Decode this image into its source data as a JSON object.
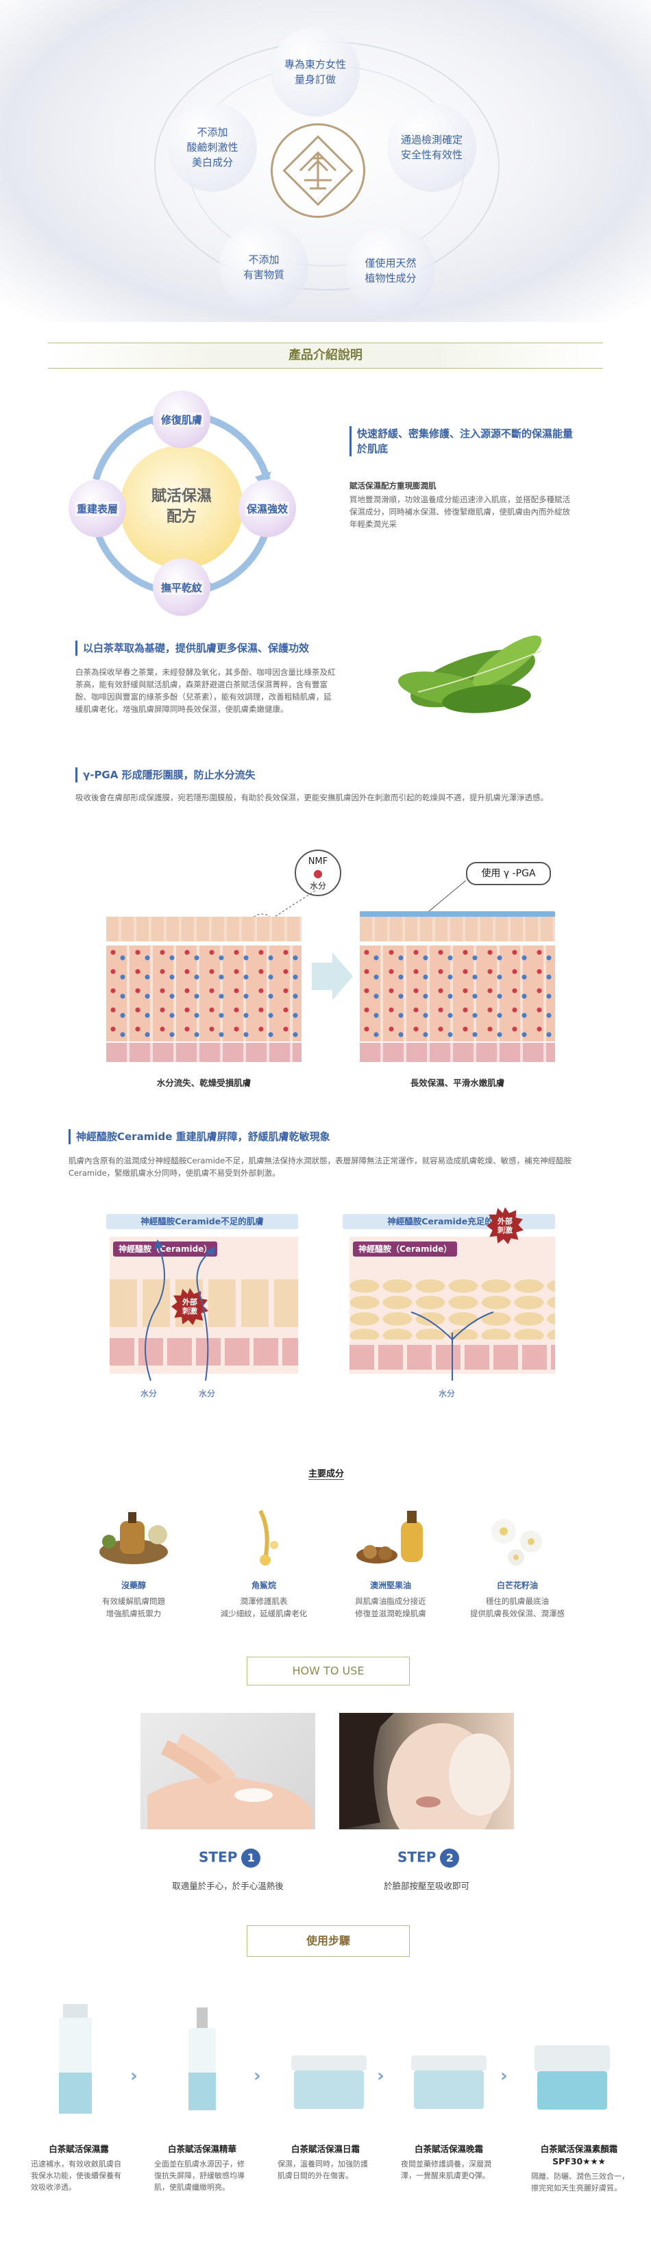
{
  "hero": {
    "bubbles": [
      {
        "text": "專為東方女性\n量身訂做"
      },
      {
        "text": "不添加\n酸鹼刺激性\n美白成分"
      },
      {
        "text": "通過檢測確定\n安全性有效性"
      },
      {
        "text": "不添加\n有害物質"
      },
      {
        "text": "僅使用天然\n植物性成分"
      }
    ]
  },
  "section_title": "產品介紹說明",
  "cycle": {
    "center": "賦活保濕\n配方",
    "nodes": [
      "修復肌膚",
      "保濕強效",
      "撫平乾紋",
      "重建表層"
    ]
  },
  "intro": {
    "heading": "快速舒緩、密集修護、注入源源不斷的保濕能量於肌底",
    "subheading": "賦活保濕配方重現膨潤肌",
    "body": "質地豐潤滑順，功效溫養成分能迅速滲入肌底，並搭配多種賦活保濕成分，同時補水保濕、修復緊緻肌膚，使肌膚由內而外綻放年輕柔潤光采"
  },
  "tea": {
    "heading": "以白茶萃取為基礎，提供肌膚更多保濕、保護功效",
    "body": "白茶為採收早春之茶葉，未經發酵及氧化，其多酚、咖啡因含量比綠茶及紅茶高，能有效舒緩與賦活肌膚，森萊舒避選白茶賦活保濕菁粹，含有豐富酚、咖啡因與豐富的綠茶多酚（兒茶素），能有效調理，改善粗糙肌膚，延緩肌膚老化，增強肌膚屏障同時長效保濕，使肌膚柔嫩健康。"
  },
  "pga": {
    "heading": "γ-PGA 形成隱形圍膜，防止水分流失",
    "body": "吸收後會在膚部形成保護膜，宛若隱形圍膜般，有助於長效保濕，更能安撫肌膚因外在刺激而引起的乾燥與不適，提升肌膚光澤淨透感。",
    "nmf_label": "NMF",
    "water_label": "水分",
    "use_label": "使用 γ -PGA",
    "left_caption": "水分流失、乾燥受損肌膚",
    "right_caption": "長效保濕、平滑水嫩肌膚"
  },
  "ceramide": {
    "heading": "神經醯胺Ceramide 重建肌膚屏障，舒緩肌膚乾敏現象",
    "body": "肌膚內含原有的滋潤成分神經醯胺Ceramide不足，肌膚無法保持水潤狀態，表層屏障無法正常運作，就容易造成肌膚乾燥、敏感，補充神經醯胺Ceramide，緊緻肌膚水分同時，使肌膚不易受到外部刺激。",
    "left_title": "神經醯胺Ceramide不足的肌膚",
    "right_title": "神經醯胺Ceramide充足的肌膚",
    "tag": "神經醯胺（Ceramide）",
    "burst": "外部\n刺激",
    "water": "水分"
  },
  "ingredients": {
    "title": "主要成分",
    "items": [
      {
        "name": "沒藥醇",
        "desc": "有效緩解肌膚問題\n增強肌膚抵禦力"
      },
      {
        "name": "角鯊烷",
        "desc": "潤澤修護肌表\n減少細紋，延緩肌膚老化"
      },
      {
        "name": "澳洲堅果油",
        "desc": "與肌膚油脂成分接近\n修復並滋潤乾燥肌膚"
      },
      {
        "name": "白芒花籽油",
        "desc": "穩住的肌膚最底油\n提供肌膚長效保濕、潤澤感"
      }
    ]
  },
  "howto": {
    "title": "HOW TO USE",
    "step_word": "STEP",
    "steps": [
      {
        "num": "1",
        "desc": "取適量於手心，於手心溫熱後"
      },
      {
        "num": "2",
        "desc": "於臉部按壓至吸收即可"
      }
    ]
  },
  "steps_section": {
    "title": "使用步驟",
    "products": [
      {
        "name": "白茶賦活保濕露",
        "desc": "迅速補水，有效收斂肌膚自我保水功能，使後續保養有效吸收滲透。"
      },
      {
        "name": "白茶賦活保濕精華",
        "desc": "全面並在肌膚水源因子，修復抗失屏障，舒緩敏感均導肌，使肌膚纖緻明亮。"
      },
      {
        "name": "白茶賦活保濕日霜",
        "desc": "保濕，溫養同時，加強防護肌膚日間的外在傷害。"
      },
      {
        "name": "白茶賦活保濕晚霜",
        "desc": "夜間並藥修護調養，深層潤澤，一覺醒來肌膚更Q彈。"
      },
      {
        "name": "白茶賦活保濕素顏霜\nSPF30★★★",
        "desc": "隔離、防曬、潤色三效合一，擦完宛如天生亮麗好膚質。"
      }
    ]
  },
  "colors": {
    "accent_blue": "#3c64a8",
    "olive": "#7b7d3e",
    "lavender": "#d6bfe6",
    "gold": "#f6d76d"
  }
}
